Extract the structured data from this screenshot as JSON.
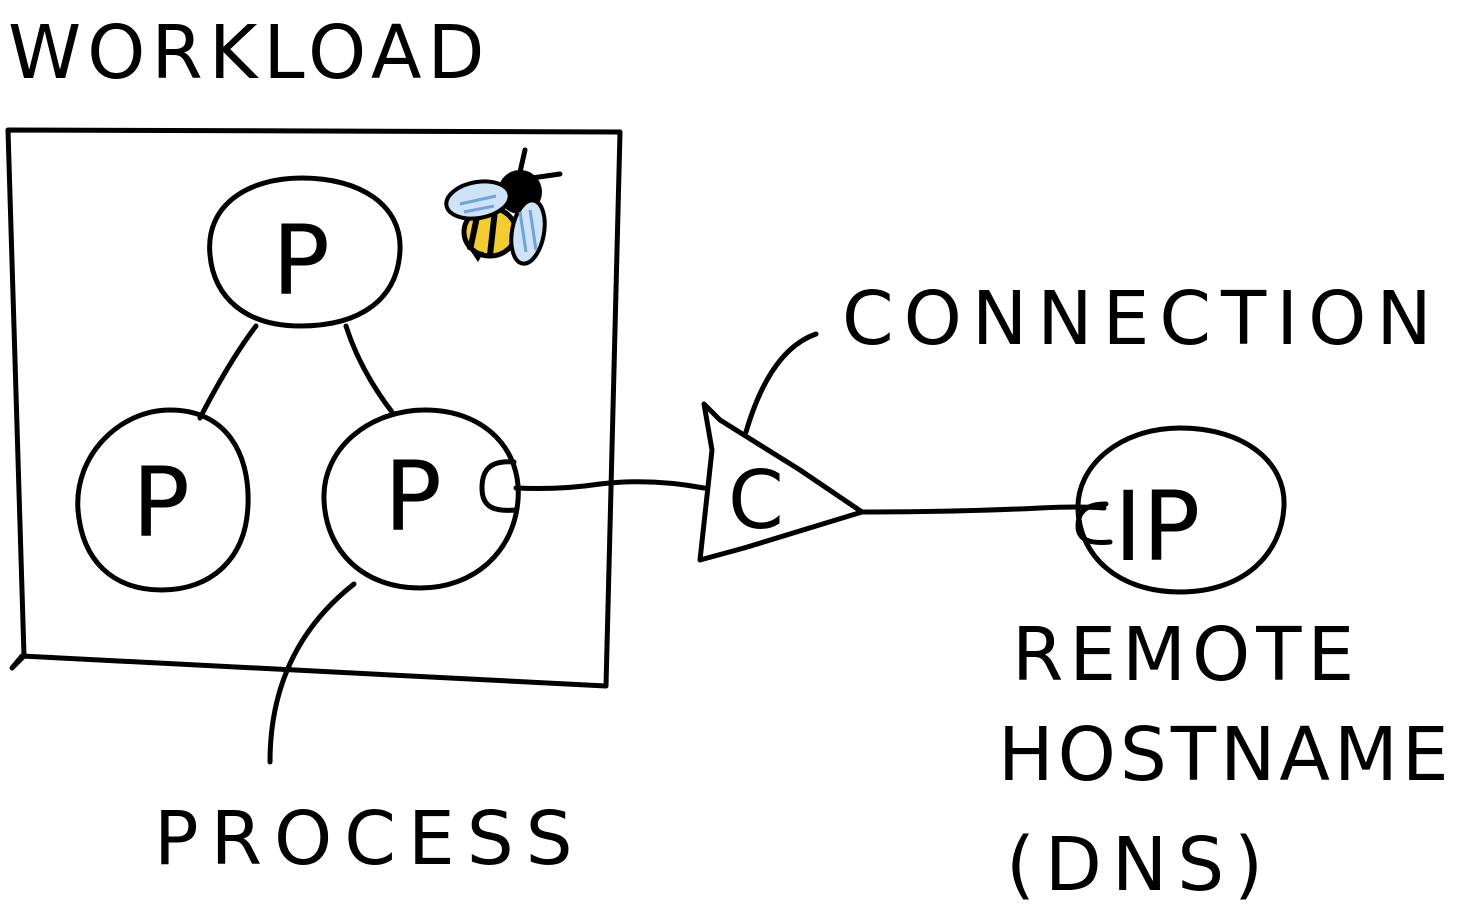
{
  "labels": {
    "workload": "WORKLOAD",
    "connection": "CONNECTION",
    "process": "PROCESS",
    "remote_line1": "REMOTE",
    "remote_line2": "HOSTNAME",
    "remote_line3": "(DNS)"
  },
  "nodes": {
    "process_top": "P",
    "process_left": "P",
    "process_right": "P",
    "connection": "C",
    "remote_ip": "IP"
  },
  "colors": {
    "workload_fill": "#faebbe",
    "process_fill": "#b1cbf7",
    "connection_fill": "#f5b8b8",
    "remote_fill": "#c9ecca",
    "ink": "#000000"
  },
  "icons": {
    "workload_badge": "bee-icon"
  }
}
